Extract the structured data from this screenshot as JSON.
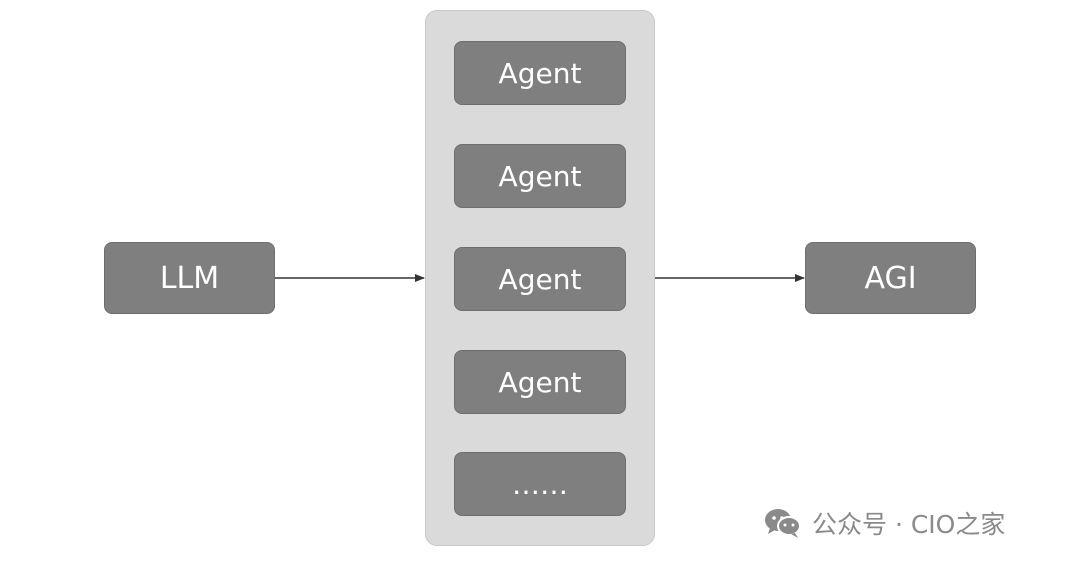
{
  "diagram": {
    "source": {
      "label": "LLM"
    },
    "target": {
      "label": "AGI"
    },
    "middle": {
      "items": [
        {
          "label": "Agent"
        },
        {
          "label": "Agent"
        },
        {
          "label": "Agent"
        },
        {
          "label": "Agent"
        },
        {
          "label": "……"
        }
      ]
    },
    "edges": [
      {
        "from": "LLM",
        "to": "agent-group"
      },
      {
        "from": "agent-group",
        "to": "AGI"
      }
    ]
  },
  "watermark": {
    "icon": "wechat-icon",
    "text": "公众号 · CIO之家"
  },
  "colors": {
    "node_fill": "#7f7f7f",
    "node_text": "#ffffff",
    "group_fill": "#dadada",
    "edge": "#333333",
    "watermark": "#8a8a8a"
  }
}
